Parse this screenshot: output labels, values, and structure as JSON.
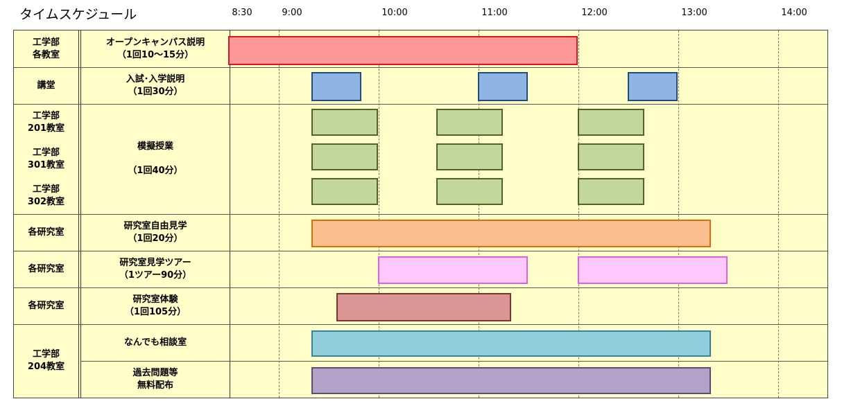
{
  "title": "タイムスケジュール",
  "time_axis": {
    "labels": [
      "8:30",
      "9:00",
      "10:00",
      "11:00",
      "12:00",
      "13:00",
      "14:00"
    ]
  },
  "rooms": [
    "工学部\n各教室",
    "講堂",
    "工学部\n201教室",
    "工学部\n301教室",
    "工学部\n302教室",
    "各研究室",
    "各研究室",
    "各研究室",
    "工学部\n204教室"
  ],
  "events": [
    "オープンキャンパス説明\n（1回10～15分）",
    "入試･入学説明\n（1回30分）",
    "模擬授業\n\n（1回40分）",
    "研究室自由見学\n（1回20分）",
    "研究室見学ツアー\n（1ツアー90分）",
    "研究室体験\n（1回105分）",
    "なんでも相談室",
    "過去問題等\n無料配布"
  ],
  "sessions": {
    "open_campus": [
      [
        "8:30",
        "12:00"
      ]
    ],
    "admission_briefing": [
      [
        "9:20",
        "9:50"
      ],
      [
        "11:00",
        "11:30"
      ],
      [
        "12:30",
        "13:00"
      ]
    ],
    "mock_lecture": [
      [
        "9:20",
        "10:00"
      ],
      [
        "10:35",
        "11:15"
      ],
      [
        "12:00",
        "12:40"
      ]
    ],
    "lab_free_tour": [
      [
        "9:20",
        "13:20"
      ]
    ],
    "lab_guided_tour": [
      [
        "10:00",
        "11:30"
      ],
      [
        "12:00",
        "13:30"
      ]
    ],
    "lab_experience": [
      [
        "9:35",
        "11:20"
      ]
    ],
    "consultation": [
      [
        "9:20",
        "13:20"
      ]
    ],
    "past_exam_handout": [
      [
        "9:20",
        "13:20"
      ]
    ]
  },
  "colors": {
    "open_campus": "#ff9999",
    "open_campus_border": "#d9151e",
    "admission_briefing": "#8eb4e3",
    "admission_briefing_border": "#1f4e79",
    "mock_lecture": "#c4d79b",
    "mock_lecture_border": "#4f6228",
    "lab_free_tour": "#fac090",
    "lab_free_tour_border": "#e36c09",
    "lab_guided_tour": "#ffc8ff",
    "lab_guided_tour_border": "#e060e0",
    "lab_experience": "#d99694",
    "lab_experience_border": "#7b3530",
    "consultation": "#92cddc",
    "consultation_border": "#31859c",
    "past_exam_handout": "#b2a2c7",
    "past_exam_handout_border": "#5f497a",
    "grid_background": "#fffec8"
  }
}
